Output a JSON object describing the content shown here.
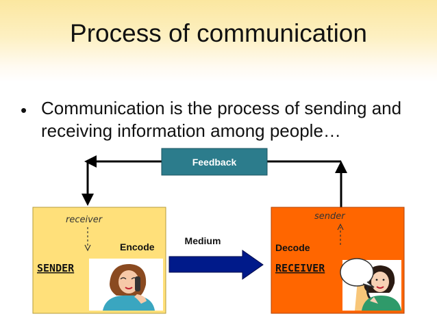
{
  "slide": {
    "title": "Process of communication",
    "bullet": "Communication is the  process of sending and receiving information among people…"
  },
  "diagram": {
    "feedback_label": "Feedback",
    "medium_label": "Medium",
    "sender_box": {
      "role_label": "receiver",
      "action_label": "Encode",
      "name_label": "SENDER"
    },
    "receiver_box": {
      "role_label": "sender",
      "action_label": "Decode",
      "name_label": "RECEIVER"
    }
  },
  "colors": {
    "sender_box": "#ffe07a",
    "receiver_box": "#ff6600",
    "feedback_box": "#2c7c8c",
    "medium_arrow": "#001a8a"
  },
  "icons": [
    "woman-on-phone-icon",
    "speech-bubble-icon"
  ]
}
